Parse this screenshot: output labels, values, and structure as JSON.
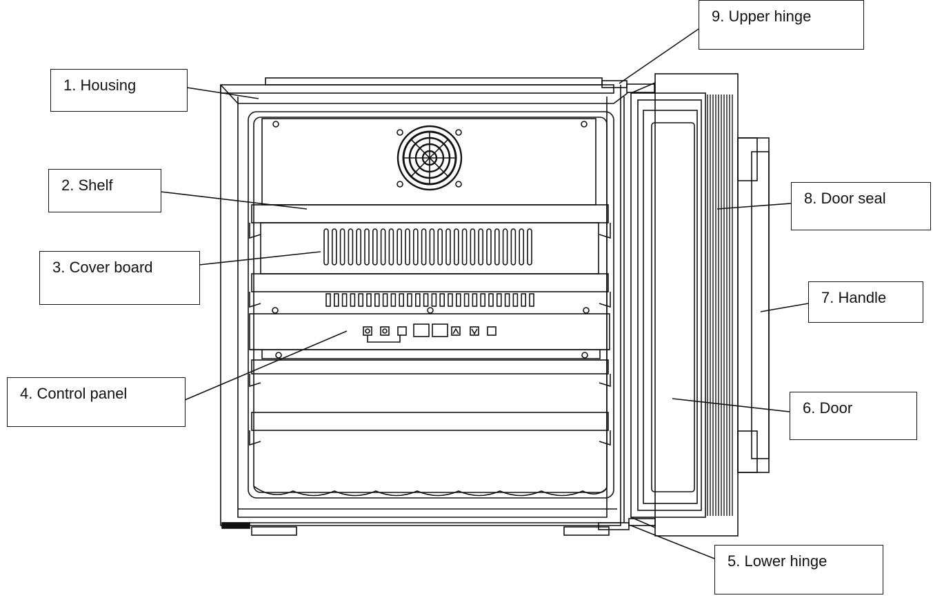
{
  "labels": {
    "housing": "1.   Housing",
    "shelf": "2. Shelf",
    "cover_board": "3. Cover board",
    "control_panel": "4. Control panel",
    "lower_hinge": "5. Lower hinge",
    "door": "6. Door",
    "handle": "7. Handle",
    "door_seal": "8. Door seal",
    "upper_hinge": "9. Upper hinge"
  },
  "colors": {
    "line": "#111111",
    "background": "#ffffff"
  }
}
